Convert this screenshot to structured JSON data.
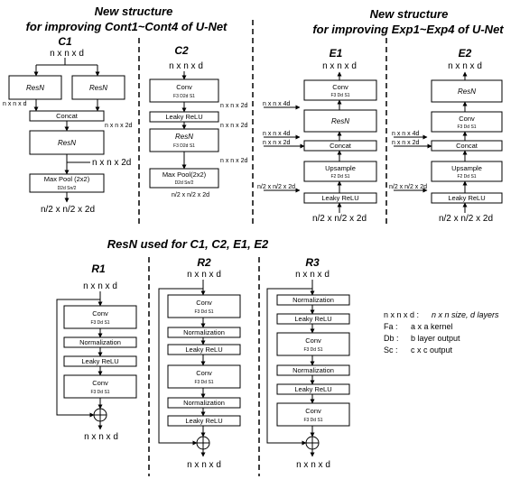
{
  "titles": {
    "left_line1": "New structure",
    "left_line2": "for improving Cont1~Cont4 of U-Net",
    "right_line1": "New structure",
    "right_line2": "for improving Exp1~Exp4 of U-Net",
    "bottom": "ResN used for C1, C2, E1, E2"
  },
  "c1": {
    "title": "C1",
    "input": "n x n x d",
    "resn_a": "ResN",
    "resn_b": "ResN",
    "lbl_side": "n x n x d",
    "concat": "Concat",
    "lbl_concat": "n x n x 2d",
    "resn_c": "ResN",
    "lbl_resn_out": "n x n x 2d",
    "maxpool": "Max Pool (2x2)",
    "maxpool_sub": "D2d Sn/2",
    "output": "n/2 x n/2 x 2d"
  },
  "c2": {
    "title": "C2",
    "input": "n x n x d",
    "conv": "Conv",
    "conv_sub": "F3 D2d S1",
    "lbl_conv": "n x n x 2d",
    "leaky": "Leaky ReLU",
    "lbl_leaky": "n x n x 2d",
    "resn": "ResN",
    "resn_sub": "F3 D2d S1",
    "lbl_resn": "n x n x 2d",
    "maxpool": "Max Pool(2x2)",
    "maxpool_sub": "D2d Sn/2",
    "lbl_maxpool": "n/2 x n/2 x 2d"
  },
  "e1": {
    "title": "E1",
    "output": "n x n x d",
    "conv": "Conv",
    "conv_sub": "F3 Dd S1",
    "lbl_conv_in": "n x n x 4d",
    "resn": "ResN",
    "lbl_resn_in": "n x n x 4d",
    "concat": "Concat",
    "lbl_concat_in": "n x n x 2d",
    "upsample": "Upsample",
    "upsample_sub": "F2 Dd S1",
    "lbl_up_in": "n/2 x n/2 x 2d",
    "leaky": "Leaky ReLU",
    "input": "n/2 x n/2 x 2d"
  },
  "e2": {
    "title": "E2",
    "output": "n x n x d",
    "resn": "ResN",
    "conv": "Conv",
    "conv_sub": "F3 Dd S1",
    "lbl_conv_in": "n x n x 4d",
    "concat": "Concat",
    "lbl_concat_in": "n x n x 2d",
    "upsample": "Upsample",
    "upsample_sub": "F2 Dd S1",
    "lbl_up_in": "n/2 x n/2 x 2d",
    "leaky": "Leaky ReLU",
    "input": "n/2 x n/2 x 2d"
  },
  "r1": {
    "title": "R1",
    "input": "n x n x d",
    "conv1": "Conv",
    "conv1_sub": "F3 Dd S1",
    "norm": "Normalization",
    "leaky": "Leaky ReLU",
    "conv2": "Conv",
    "conv2_sub": "F3 Dd S1",
    "output": "n x n x d"
  },
  "r2": {
    "title": "R2",
    "input": "n x n x d",
    "conv1": "Conv",
    "conv1_sub": "F3 Dd S1",
    "norm1": "Normalization",
    "leaky1": "Leaky ReLU",
    "conv2": "Conv",
    "conv2_sub": "F3 Dd S1",
    "norm2": "Normalization",
    "leaky2": "Leaky ReLU",
    "output": "n x n x d"
  },
  "r3": {
    "title": "R3",
    "input": "n x n x d",
    "norm1": "Normalization",
    "leaky1": "Leaky ReLU",
    "conv1": "Conv",
    "conv1_sub": "F3 Dd S1",
    "norm2": "Normalization",
    "leaky2": "Leaky ReLU",
    "conv2": "Conv",
    "conv2_sub": "F3 Dd S1",
    "output": "n x n x d"
  },
  "legend": {
    "line1_key": "n x n x d :",
    "line1_val": "n x n size, d layers",
    "line2_key": "Fa :",
    "line2_val": "a x a kernel",
    "line3_key": "Db :",
    "line3_val": "b layer output",
    "line4_key": "Sc :",
    "line4_val": "c x c output"
  }
}
